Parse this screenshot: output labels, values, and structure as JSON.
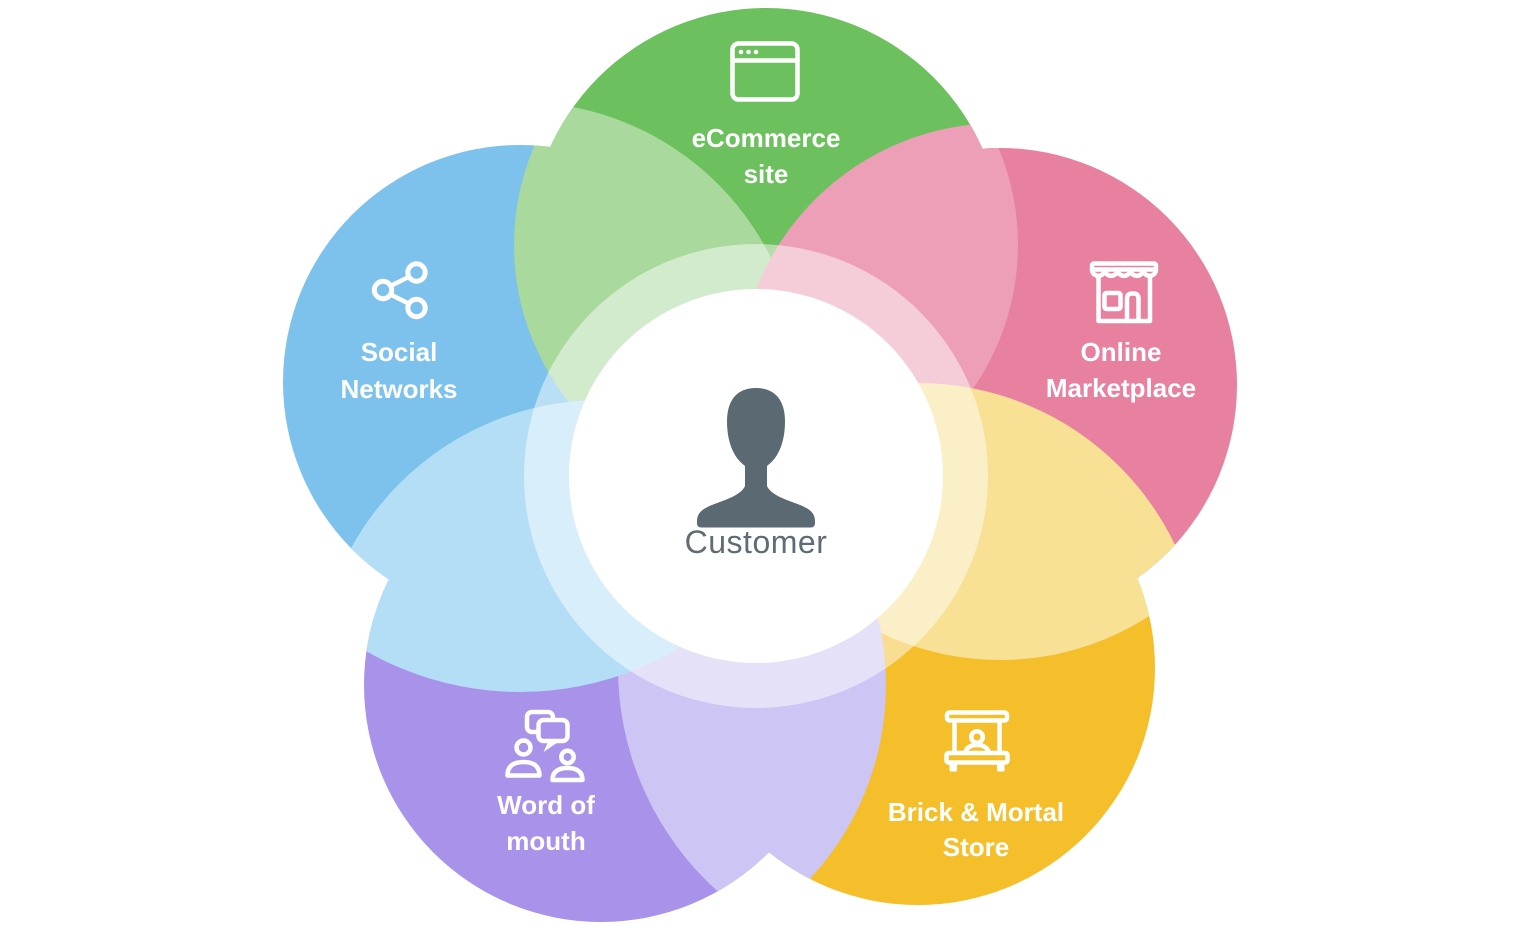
{
  "diagram": {
    "title": "Customer touchpoints flower diagram",
    "center": {
      "label": "Customer",
      "icon": "person-silhouette-icon"
    },
    "petals": [
      {
        "id": "ecommerce",
        "line1": "eCommerce",
        "line2": "site",
        "icon": "browser-window-icon"
      },
      {
        "id": "marketplace",
        "line1": "Online",
        "line2": "Marketplace",
        "icon": "storefront-icon"
      },
      {
        "id": "brick-mortal",
        "line1": "Brick & Mortal",
        "line2": "Store",
        "icon": "market-stall-icon"
      },
      {
        "id": "word-of-mouth",
        "line1": "Word of",
        "line2": "mouth",
        "icon": "people-chat-icon"
      },
      {
        "id": "social",
        "line1": "Social",
        "line2": "Networks",
        "icon": "share-network-icon"
      }
    ],
    "colors": {
      "green": "#6cc05e",
      "green_light": "#a9d99d",
      "pink": "#e8809f",
      "pink_light": "#ec9fb6",
      "yellow": "#f4bf2b",
      "yellow_light": "#f8e095",
      "purple": "#a892ea",
      "purple_light": "#cdc5f3",
      "blue": "#7cc2ec",
      "blue_light": "#b4def6",
      "halo": "#ffffff",
      "center_fill": "#ffffff",
      "label_text": "#ffffff",
      "center_text": "#5e6d75",
      "silhouette": "#5a6972"
    }
  }
}
